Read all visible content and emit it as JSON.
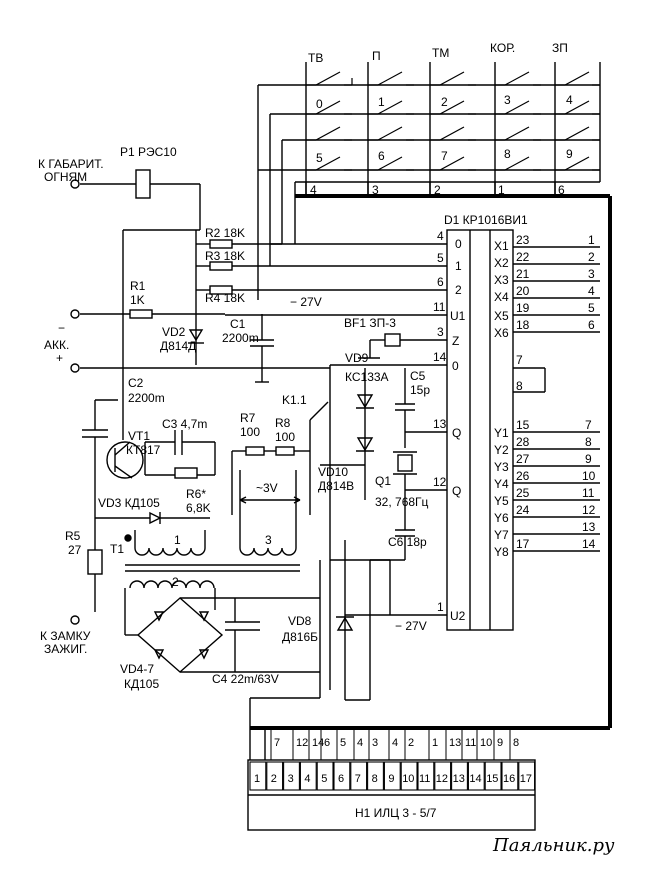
{
  "keys_top": [
    "ТВ",
    "П",
    "ТМ",
    "КОР.",
    "ЗП"
  ],
  "matrix": {
    "digits_row1": [
      "0",
      "1",
      "2",
      "3",
      "4"
    ],
    "digits_row2": [
      "5",
      "6",
      "7",
      "8",
      "9"
    ],
    "bottom_nums": [
      "4",
      "3",
      "2",
      "1",
      "6"
    ]
  },
  "ic": {
    "title": "D1 КР1016ВИ1",
    "left_in": [
      {
        "pin": "4",
        "name": "0"
      },
      {
        "pin": "5",
        "name": "1"
      },
      {
        "pin": "6",
        "name": "2"
      }
    ],
    "u1": {
      "pin": "11",
      "name": "U1"
    },
    "z": {
      "pin": "3",
      "name": "Z"
    },
    "o": {
      "pin": "14",
      "name": "0"
    },
    "q1": {
      "pin": "13",
      "name": "Q"
    },
    "q2": {
      "pin": "12",
      "name": "Q"
    },
    "u2": {
      "pin": "1",
      "name": "U2"
    },
    "x_names": [
      "X1",
      "X2",
      "X3",
      "X4",
      "X5",
      "X6"
    ],
    "x_pins": [
      "23",
      "22",
      "21",
      "20",
      "19",
      "18"
    ],
    "x_out": [
      "1",
      "2",
      "3",
      "4",
      "5",
      "6"
    ],
    "pin7": "7",
    "pin8": "8",
    "y_names": [
      "Y1",
      "Y2",
      "Y3",
      "Y4",
      "Y5",
      "Y6",
      "Y7",
      "Y8"
    ],
    "y_pins": [
      "15",
      "28",
      "27",
      "26",
      "25",
      "24",
      "17"
    ],
    "y_pins_all": [
      "15",
      "28",
      "27",
      "26",
      "25",
      "24",
      "17"
    ],
    "y_out": [
      "7",
      "8",
      "9",
      "10",
      "11",
      "12",
      "13",
      "14"
    ]
  },
  "labels": {
    "p1": "P1 РЭС10",
    "gabarit1": "К ГАБАРИТ.",
    "gabarit2": "ОГНЯМ",
    "r2": "R2 18K",
    "r3": "R3 18K",
    "r4": "R4 18K",
    "r1": "R1",
    "r1v": "1K",
    "m27a": "− 27V",
    "vd2": "VD2",
    "vd2t": "Д814Д",
    "c1": "C1",
    "c1v": "2200m",
    "minus": "−",
    "akk": "АКК.",
    "plus": "+",
    "bf1": "BF1 ЗП-3",
    "vd9": "VD9",
    "vd9t": "КС133А",
    "c5": "C5",
    "c5v": "15p",
    "c2": "C2",
    "c2v": "2200m",
    "k11": "K1.1",
    "c3": "C3 4,7m",
    "r7": "R7",
    "r7v": "100",
    "r8": "R8",
    "r8v": "100",
    "vt1": "VT1",
    "vt1t": "КТ817",
    "vd3": "VD3 КД105",
    "r6": "R6*",
    "r6v": "6,8K",
    "v3": "~3V",
    "vd10": "VD10",
    "vd10t": "Д814В",
    "q1": "Q1",
    "q1v": "32, 768Гц",
    "c6": "C6 18p",
    "r5": "R5",
    "r5v": "27",
    "t1": "T1",
    "w1": "1",
    "w2": "2",
    "w3": "3",
    "zamku1": "К ЗАМКУ",
    "zamku2": "ЗАЖИГ.",
    "vd8": "VD8",
    "vd8t": "Д816Б",
    "m27b": "− 27V",
    "c4": "C4 22m/63V",
    "vd47": "VD4-7",
    "vd47t": "КД105",
    "h1": "Н1 ИЛЦ 3 - 5/7",
    "watermark": "Паяльник.ру"
  },
  "h1_top": [
    "7",
    "12",
    "14",
    "6",
    "5",
    "4",
    "3",
    "4",
    "2",
    "1",
    "13",
    "11",
    "10",
    "9",
    "8"
  ],
  "h1_bottom": [
    "1",
    "2",
    "3",
    "4",
    "5",
    "6",
    "7",
    "8",
    "9",
    "10",
    "11",
    "12",
    "13",
    "14",
    "15",
    "16",
    "17"
  ]
}
